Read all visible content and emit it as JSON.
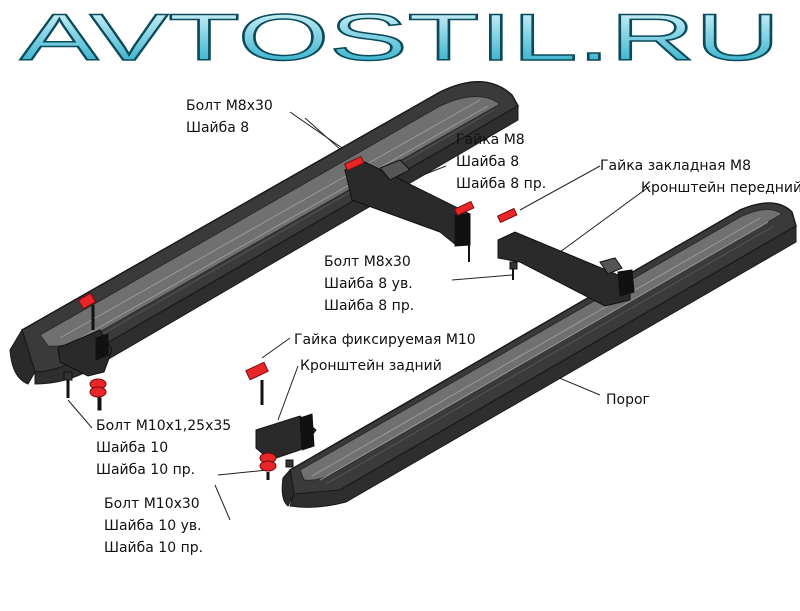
{
  "logo": {
    "text": "AVTOSTIL.RU",
    "gradient_top": "#e8fbff",
    "gradient_bottom": "#1aa6c4",
    "stroke": "#0a4a5a"
  },
  "colors": {
    "line": "#1a1a1a",
    "board": "#3a3a3a",
    "board_light": "#6f6f6f",
    "red": "#e8262a",
    "red_dark": "#9e1010"
  },
  "labels": {
    "top_bolt": [
      "Болт М8х30",
      "Шайба 8"
    ],
    "nut_m8": [
      "Гайка М8",
      "Шайба 8",
      "Шайба 8 пр."
    ],
    "embed_nut": [
      "Гайка закладная М8",
      "Кронштейн передний"
    ],
    "mid_bolt": [
      "Болт М8х30",
      "Шайба 8 ув.",
      "Шайба 8 пр."
    ],
    "fix_nut": [
      "Гайка фиксируемая М10"
    ],
    "rear_bracket": [
      "Кронштейн задний"
    ],
    "sill": [
      "Порог"
    ],
    "bolt_m10_125": [
      "Болт М10х1,25х35",
      "Шайба 10",
      "Шайба 10 пр."
    ],
    "bolt_m10": [
      "Болт М10х30",
      "Шайба 10 ув.",
      "Шайба 10 пр."
    ]
  }
}
